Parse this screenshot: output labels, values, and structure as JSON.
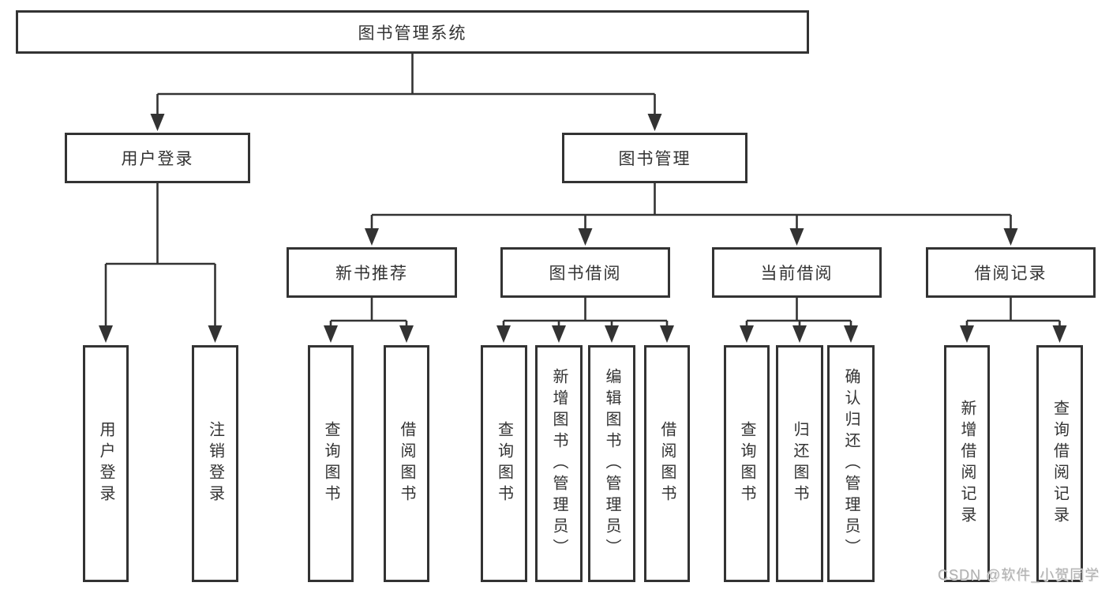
{
  "diagram": {
    "title": "图书管理系统",
    "branches": [
      {
        "label": "用户登录",
        "children": [
          {
            "label": "用户登录"
          },
          {
            "label": "注销登录"
          }
        ]
      },
      {
        "label": "图书管理",
        "children": [
          {
            "label": "新书推荐",
            "children": [
              {
                "label": "查询图书"
              },
              {
                "label": "借阅图书"
              }
            ]
          },
          {
            "label": "图书借阅",
            "children": [
              {
                "label": "查询图书"
              },
              {
                "label": "新增图书（管理员）"
              },
              {
                "label": "编辑图书（管理员）"
              },
              {
                "label": "借阅图书"
              }
            ]
          },
          {
            "label": "当前借阅",
            "children": [
              {
                "label": "查询图书"
              },
              {
                "label": "归还图书"
              },
              {
                "label": "确认归还（管理员）"
              }
            ]
          },
          {
            "label": "借阅记录",
            "children": [
              {
                "label": "新增借阅记录"
              },
              {
                "label": "查询借阅记录"
              }
            ]
          }
        ]
      }
    ]
  },
  "watermark": "CSDN @软件_小贺同学",
  "colors": {
    "line": "#333333",
    "text": "#333333",
    "background": "#ffffff",
    "watermark": "#b0b0b0"
  }
}
